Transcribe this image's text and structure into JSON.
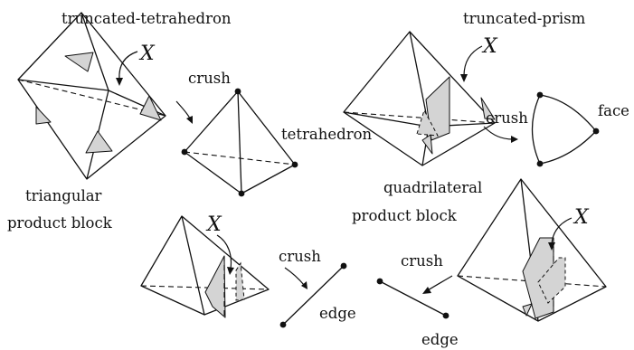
{
  "labels": {
    "truncated_tetrahedron": "truncated-tetrahedron",
    "truncated_prism": "truncated-prism",
    "tetrahedron": "tetrahedron",
    "face": "face",
    "triangular_line1": "triangular",
    "triangular_line2": "product block",
    "quadrilateral_line1": "quadrilateral",
    "quadrilateral_line2": "product block",
    "edge": "edge",
    "crush": "crush",
    "x": "X"
  },
  "colors": {
    "shade": "#d4d4d4",
    "ink": "#111111"
  }
}
